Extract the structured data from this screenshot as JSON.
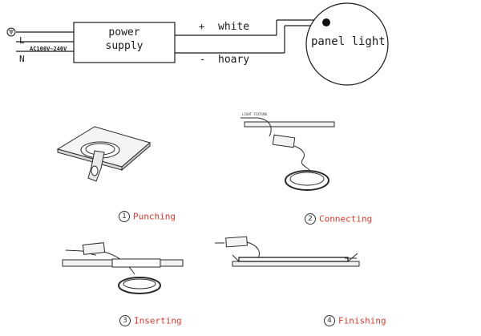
{
  "wiring": {
    "terminals": [
      "⏚",
      "L",
      "N"
    ],
    "power_supply_label": "power\nsupply",
    "input_rating": "AC100V~240V",
    "positive_sign": "+",
    "positive_wire": "white",
    "negative_sign": "-",
    "negative_wire": "hoary",
    "panel_label": "panel light"
  },
  "steps": [
    {
      "number": "1",
      "label": "Punching"
    },
    {
      "number": "2",
      "label": "Connecting"
    },
    {
      "number": "3",
      "label": "Inserting"
    },
    {
      "number": "4",
      "label": "Finishing"
    }
  ],
  "colors": {
    "ink": "#1a1a1a",
    "step_label": "#d8392b"
  }
}
